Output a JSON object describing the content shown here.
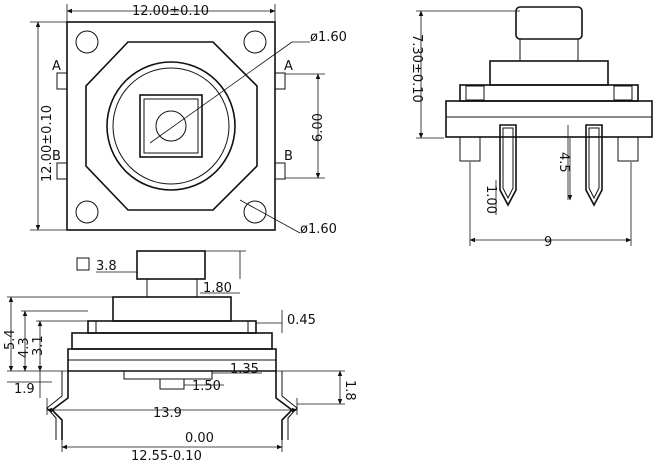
{
  "top_view": {
    "dim_width": "12.00±0.10",
    "dim_height": "12.00±0.10",
    "dia_top": "ø1.60",
    "dia_bottom": "ø1.60",
    "pin_a": "A",
    "pin_b": "B",
    "dim_pitch": "6.00"
  },
  "side_view": {
    "dim_height": "7.30±0.10",
    "dim_pin_len": "4.5",
    "dim_pin_w": "1.00",
    "dim_span": "9"
  },
  "front_view": {
    "dim_cap": "3.8",
    "dim_cap_h": "1.80",
    "dim_gap": "0.45",
    "dim_h1": "5.4",
    "dim_h2": "4.3",
    "dim_h3": "3.1",
    "dim_h4": "1.9",
    "dim_135": "1.35",
    "dim_150": "1.50",
    "dim_18": "1.8",
    "dim_139": "13.9",
    "tol_upper": "0.00",
    "tol_nominal": "12.55-0.10"
  }
}
